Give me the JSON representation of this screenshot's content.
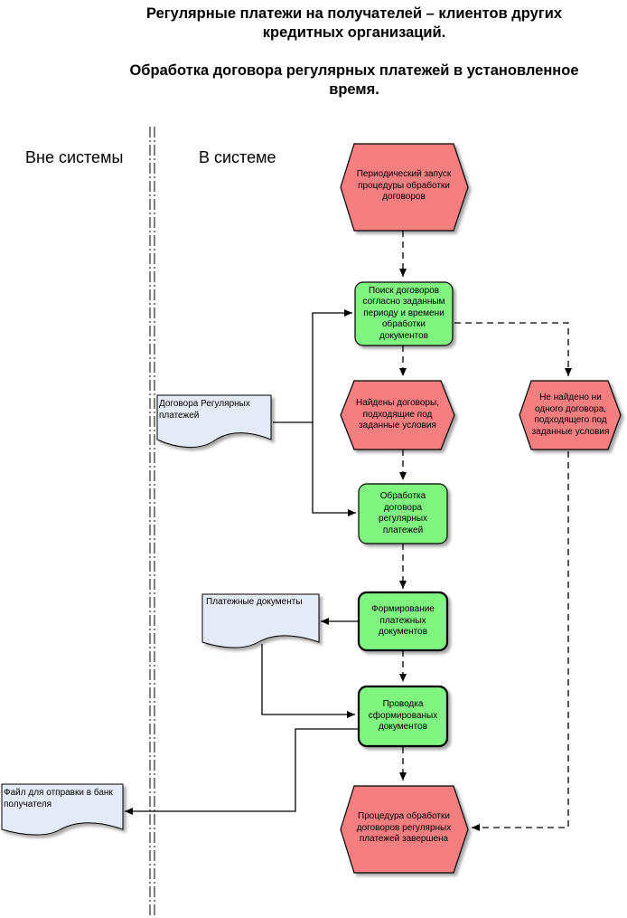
{
  "header": {
    "title_line1": "Регулярные платежи на получателей – клиентов других\nкредитных организаций.",
    "title_line2": "Обработка договора регулярных платежей в установленное\nвремя."
  },
  "lanes": {
    "outside": "Вне системы",
    "inside": "В системе"
  },
  "nodes": {
    "start": "Периодический запуск\nпроцедуры обработки\nдоговоров",
    "search": "Поиск договоров\nсогласно заданным\nпериоду и времени\nобработки\nдокументов",
    "found": "Найдены договоры,\nподходящие под\nзаданные условия",
    "not_found": "Не найдено ни\nодного договора,\nподходящего под\nзаданные условия",
    "process": "Обработка\nдоговора\nрегулярных\nплатежей",
    "form_docs": "Формирование\nплатежных\nдокументов",
    "post_docs": "Проводка\nсформированых\nдокументов",
    "end": "Процедура обработки\nдоговоров регулярных\nплатежей завершена"
  },
  "documents": {
    "contracts": "Договора Регулярных\nплатежей",
    "payment_docs": "Платежные документы",
    "file": "Файл для отправки в банк\nполучателя"
  },
  "colors": {
    "event_fill": "#f57f80",
    "function_fill": "#80f57f",
    "document_fill": "#e4ebf7",
    "stroke": "#000000"
  }
}
